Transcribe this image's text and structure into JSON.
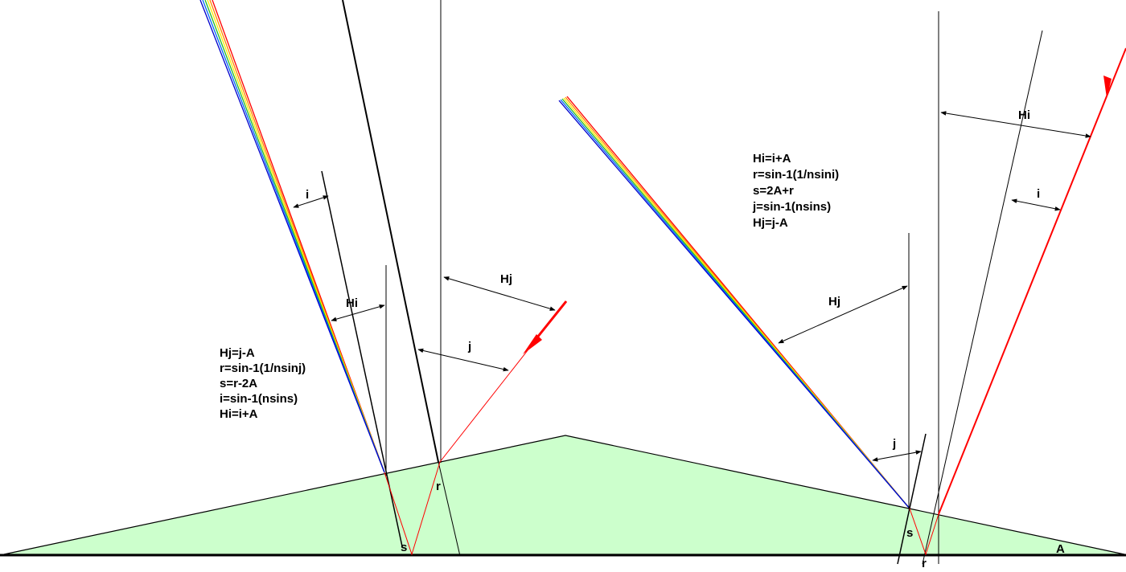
{
  "diagram": {
    "colors": {
      "prism_fill": "#ccffcc",
      "ray": "#ff0000",
      "spectrum": [
        "#ff0000",
        "#ff8800",
        "#ffee00",
        "#22bb22",
        "#0066ff",
        "#0000cc"
      ],
      "line": "#000000"
    },
    "left": {
      "formulas": [
        "Hj=j-A",
        "r=sin-1(1/nsinj)",
        "s=r-2A",
        "i=sin-1(nsins)",
        "Hi=i+A"
      ],
      "labels": {
        "i": "i",
        "Hi": "Hi",
        "Hj": "Hj",
        "j": "j",
        "r": "r",
        "s": "s"
      }
    },
    "right": {
      "formulas": [
        "Hi=i+A",
        "r=sin-1(1/nsini)",
        "s=2A+r",
        "j=sin-1(nsins)",
        "Hj=j-A"
      ],
      "labels": {
        "Hi": "Hi",
        "i": "i",
        "Hj": "Hj",
        "j": "j",
        "s": "s",
        "r": "r",
        "A": "A"
      }
    }
  }
}
